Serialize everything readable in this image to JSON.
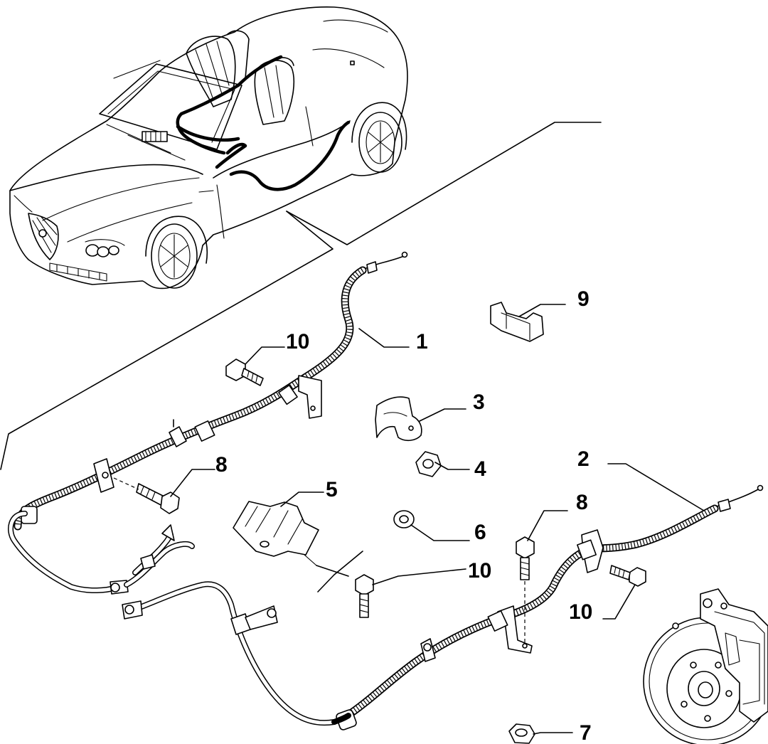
{
  "callouts": [
    {
      "id": "c1",
      "label": "1"
    },
    {
      "id": "c2",
      "label": "2"
    },
    {
      "id": "c3",
      "label": "3"
    },
    {
      "id": "c4",
      "label": "4"
    },
    {
      "id": "c5",
      "label": "5"
    },
    {
      "id": "c6",
      "label": "6"
    },
    {
      "id": "c7",
      "label": "7"
    },
    {
      "id": "c8a",
      "label": "8"
    },
    {
      "id": "c8b",
      "label": "8"
    },
    {
      "id": "c9",
      "label": "9"
    },
    {
      "id": "c10a",
      "label": "10"
    },
    {
      "id": "c10b",
      "label": "10"
    },
    {
      "id": "c10c",
      "label": "10"
    }
  ]
}
